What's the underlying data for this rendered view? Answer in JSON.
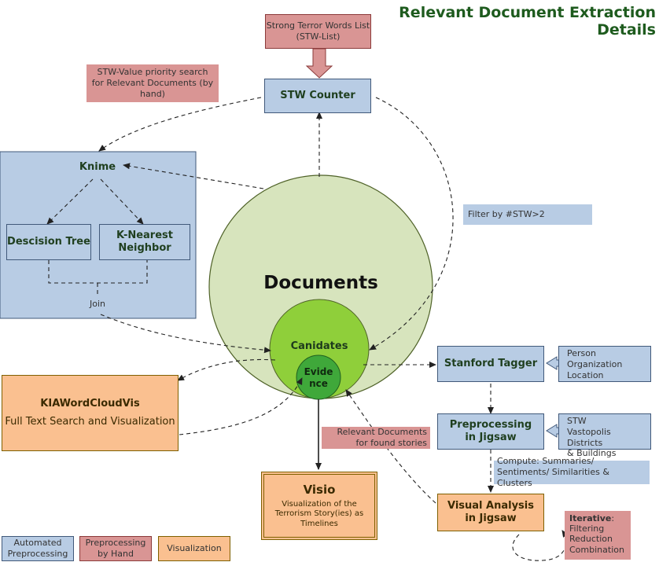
{
  "title": "Relevant Document Extraction Details",
  "stw_list": "Strong Terror Words List (STW-List)",
  "stw_value_note": "STW-Value priority search for Relevant Documents (by hand)",
  "stw_counter": "STW Counter",
  "knime": "Knime",
  "decision_tree": "Descision Tree",
  "knn": "K-Nearest Neighbor",
  "join": "Join",
  "filter_note": "Filter by #STW>2",
  "documents": "Documents",
  "candidates": "Canidates",
  "evidence": "Evide nce",
  "kiawordcloud": {
    "title": "KIAWordCloudVis",
    "subtitle": "Full Text Search and Visualization"
  },
  "stanford_tagger": "Stanford Tagger",
  "tagger_entities": [
    "Person",
    "Organization",
    "Location"
  ],
  "preprocessing_jigsaw": "Preprocessing in Jigsaw",
  "preprocessing_items": [
    "STW",
    "Vastopolis Districts",
    "& Buildings"
  ],
  "compute_note": "Compute: Summaries/ Sentiments/ Similarities & Clusters",
  "relevant_docs_note": "Relevant Documents for found stories",
  "visio": {
    "title": "Visio",
    "subtitle": "Visualization of the Terrorism Story(ies) as Timelines"
  },
  "visual_analysis": "Visual Analysis in Jigsaw",
  "iterative": {
    "label": "Iterative",
    "items": [
      "Filtering",
      "Reduction",
      "Combination"
    ]
  },
  "legend": {
    "automated": "Automated Preprocessing",
    "by_hand": "Preprocessing by Hand",
    "visualization": "Visualization"
  }
}
